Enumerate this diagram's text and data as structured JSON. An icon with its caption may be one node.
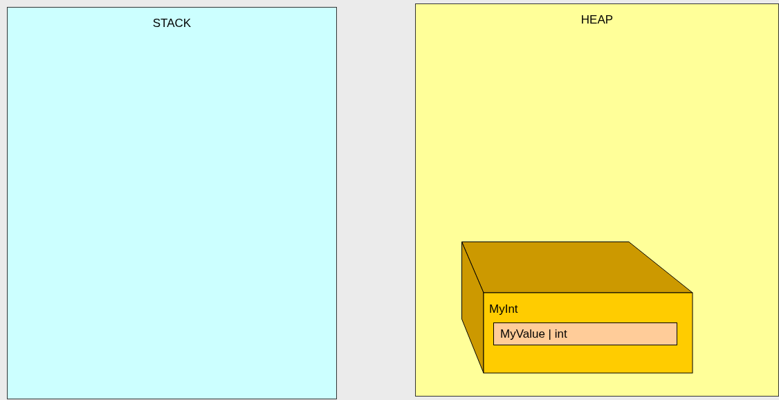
{
  "diagram": {
    "nodes": [
      {
        "text": [
          "STACK"
        ]
      },
      {
        "text": [
          "HEAP"
        ]
      },
      {
        "text": [
          "MyInt"
        ],
        "in": 1
      },
      {
        "text": [
          "MyValue | int"
        ],
        "in": 2
      }
    ]
  }
}
